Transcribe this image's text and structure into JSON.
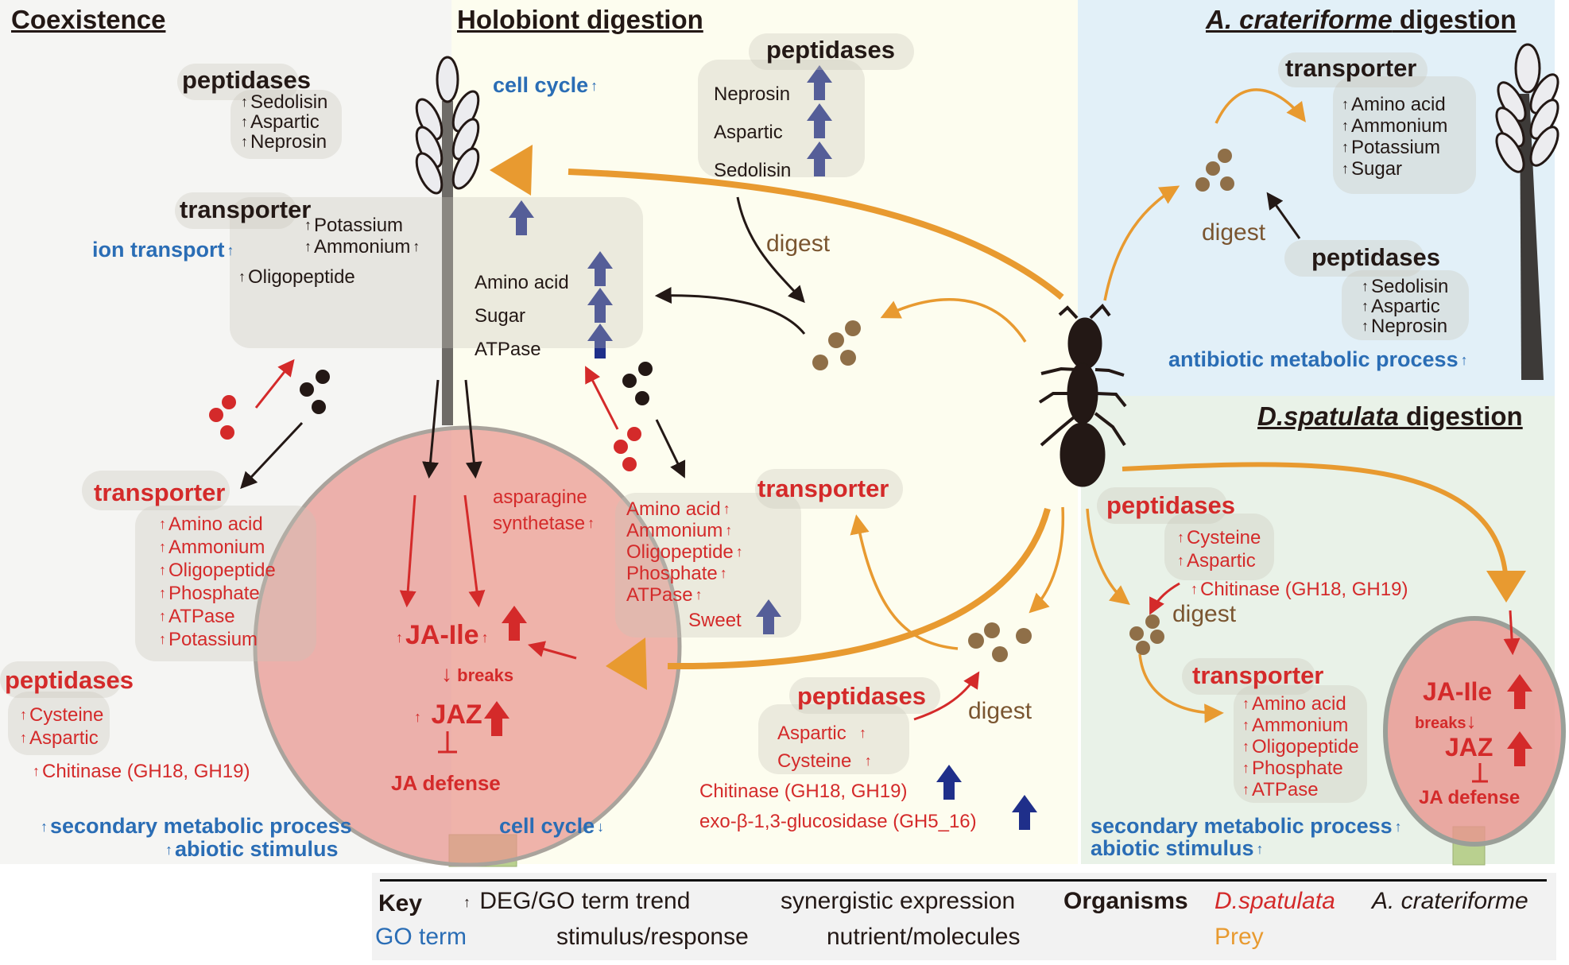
{
  "panels": {
    "coexistence": {
      "title": "Coexistence",
      "peptidases": {
        "header": "peptidases",
        "items": [
          "Sedolisin",
          "Aspartic",
          "Neprosin"
        ]
      },
      "transporter": {
        "header": "transporter",
        "items_left": [
          "Oligopeptide"
        ],
        "items_top": [
          "Potassium",
          "Ammonium"
        ]
      },
      "go_ion": "ion transport",
      "ds_transporter": {
        "header": "transporter",
        "items": [
          "Amino acid",
          "Ammonium",
          "Oligopeptide",
          "Phosphate",
          "ATPase",
          "Potassium"
        ]
      },
      "ds_peptidases": {
        "header": "peptidases",
        "items": [
          "Cysteine",
          "Aspartic"
        ],
        "chitinase": "Chitinase (GH18, GH19)"
      },
      "go_secondary": "secondary metabolic process",
      "go_abiotic": "abiotic stimulus"
    },
    "holobiont": {
      "title": "Holobiont digestion",
      "go_cellcycle_up": "cell cycle",
      "peptidases": {
        "header": "peptidases",
        "items": [
          "Neprosin",
          "Aspartic",
          "Sedolisin"
        ]
      },
      "transporter_syn": [
        "Amino acid",
        "Sugar",
        "ATPase"
      ],
      "digest": "digest",
      "asparagine": [
        "asparagine",
        "synthetase"
      ],
      "ja": {
        "jaile": "JA-Ile",
        "breaks": "breaks",
        "jaz": "JAZ",
        "defense": "JA defense"
      },
      "ds_transporter": {
        "header": "transporter",
        "items": [
          "Amino acid",
          "Ammonium",
          "Oligopeptide",
          "Phosphate",
          "ATPase"
        ],
        "sweet": "Sweet"
      },
      "ds_peptidases": {
        "header": "peptidases",
        "items": [
          "Aspartic",
          "Cysteine"
        ]
      },
      "digest2": "digest",
      "chitinase": "Chitinase (GH18, GH19)",
      "glucosidase": "exo-β-1,3-glucosidase (GH5_16)",
      "go_cellcycle_down": "cell cycle"
    },
    "acrateriforme": {
      "title_italic": "A. crateriforme",
      "title_rest": " digestion",
      "transporter": {
        "header": "transporter",
        "items": [
          "Amino acid",
          "Ammonium",
          "Potassium",
          "Sugar"
        ]
      },
      "digest": "digest",
      "peptidases": {
        "header": "peptidases",
        "items": [
          "Sedolisin",
          "Aspartic",
          "Neprosin"
        ]
      },
      "go_antibiotic": "antibiotic metabolic process"
    },
    "dspatulata": {
      "title_italic": "D.spatulata",
      "title_rest": " digestion",
      "peptidases": {
        "header": "peptidases",
        "items": [
          "Cysteine",
          "Aspartic"
        ],
        "chitinase": "Chitinase (GH18, GH19)"
      },
      "digest": "digest",
      "transporter": {
        "header": "transporter",
        "items": [
          "Amino acid",
          "Ammonium",
          "Oligopeptide",
          "Phosphate",
          "ATPase"
        ]
      },
      "ja": {
        "jaile": "JA-Ile",
        "breaks": "breaks",
        "jaz": "JAZ",
        "defense": "JA defense"
      },
      "go_secondary": "secondary metabolic process",
      "go_abiotic": "abiotic stimulus"
    }
  },
  "legend": {
    "key": "Key",
    "deg_trend": "DEG/GO term trend",
    "synergistic": "synergistic expression",
    "organisms": "Organisms",
    "dspatulata": "D.spatulata",
    "acrateriforme": "A. crateriforme",
    "go_term": "GO term",
    "stimulus": "stimulus/response",
    "nutrient": "nutrient/molecules",
    "prey": "Prey"
  },
  "icons": {
    "small_up": "↑",
    "down": "↓",
    "small_down": "↓"
  },
  "colors": {
    "dspatulata_red": "#d42a2a",
    "acrateriforme_black": "#231815",
    "go_blue": "#2a6db5",
    "prey_orange": "#e89a30",
    "synergistic_navy": "#1f2f8a",
    "nutrient_brown": "#8f6f48"
  }
}
